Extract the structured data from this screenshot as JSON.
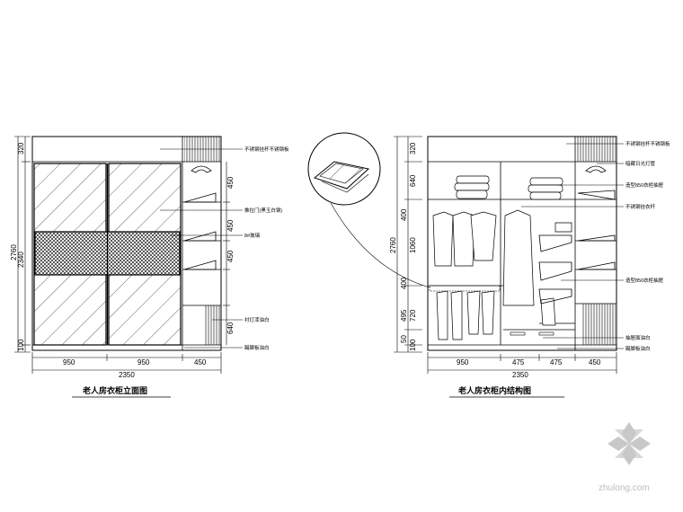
{
  "left_drawing": {
    "title": "老人房衣柜立面图",
    "dims_vertical": [
      "320",
      "2760",
      "2340",
      "100"
    ],
    "dims_right": [
      "450",
      "450",
      "450",
      "640"
    ],
    "dims_bottom": [
      "950",
      "950",
      "450"
    ],
    "total_width": "2350",
    "notes": [
      "不锈钢挂杆不锈钢板",
      "推拉门(黑玉白钢)",
      "8#玻璃",
      "衬灯漆油白",
      "踢脚板油白"
    ]
  },
  "right_drawing": {
    "title": "老人房衣柜内结构图",
    "dims_vertical": [
      "320",
      "640",
      "2760",
      "400",
      "1060",
      "400",
      "720",
      "495",
      "100",
      "50"
    ],
    "dims_bottom": [
      "950",
      "475",
      "475",
      "450"
    ],
    "total_width": "2350",
    "notes": [
      "不锈钢挂杆不锈钢板",
      "暗藏日光灯管",
      "造型850衣柜抽屉",
      "不锈钢挂衣杆",
      "造型850衣柜抽屉",
      "抽屉面油白",
      "踢脚板油白"
    ]
  },
  "watermark": "zhulong.com",
  "colors": {
    "line": "#000000",
    "watermark": "#bdbdbd"
  }
}
